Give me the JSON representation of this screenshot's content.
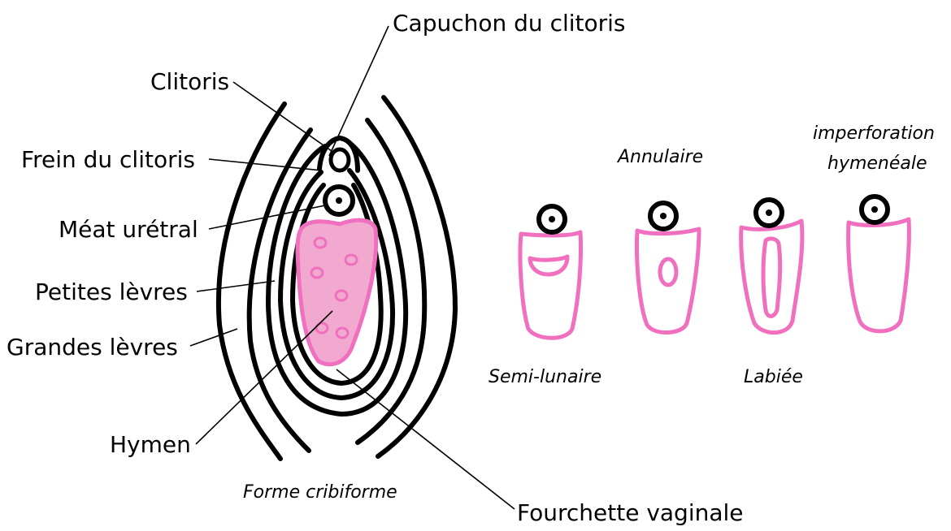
{
  "colors": {
    "ink": "#000000",
    "pink": "#f06fbf",
    "pink_fill": "#f2a9cf",
    "background": "#ffffff"
  },
  "labels": {
    "capuchon": "Capuchon du clitoris",
    "clitoris": "Clitoris",
    "frein": "Frein du clitoris",
    "meat": "Méat urétral",
    "petites": "Petites lèvres",
    "grandes": "Grandes lèvres",
    "hymen": "Hymen",
    "fourchette": "Fourchette vaginale"
  },
  "captions": {
    "cribiforme": "Forme cribiforme",
    "annulaire": "Annulaire",
    "imperforation_line1": "imperforation",
    "imperforation_line2": "hymenéale",
    "semi_lunaire": "Semi-lunaire",
    "labiee": "Labiée"
  }
}
